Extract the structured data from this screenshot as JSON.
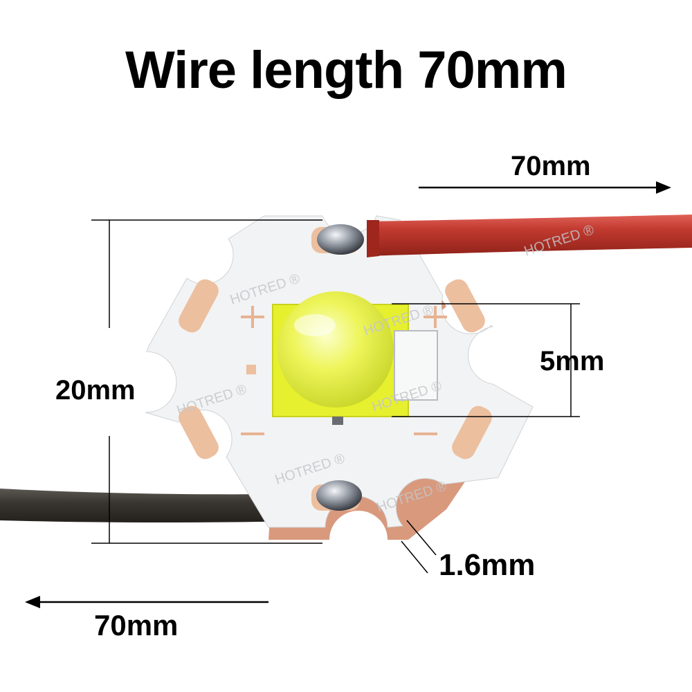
{
  "title": "Wire length 70mm",
  "dimensions": {
    "top_wire": "70mm",
    "board_height": "20mm",
    "led_size": "5mm",
    "board_thickness": "1.6mm",
    "bottom_wire": "70mm"
  },
  "watermark": "HOTRED ®",
  "colors": {
    "background": "#ffffff",
    "board_white": "#f2f3f4",
    "board_copper": "#e3a98f",
    "copper_pad": "#ecbf9f",
    "led_yellow": "#e8f23a",
    "red_wire": "#c0342c",
    "black_wire": "#3a3530",
    "solder": "#8a8f99"
  }
}
